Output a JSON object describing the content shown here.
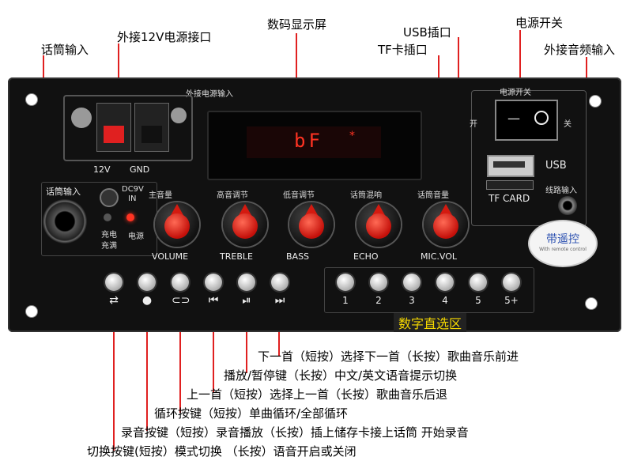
{
  "callouts": {
    "mic_input": "话筒输入",
    "ext_12v": "外接12V电源接口",
    "digital_display": "数码显示屏",
    "usb_port": "USB插口",
    "tf_port": "TF卡插口",
    "power_switch": "电源开关",
    "ext_audio_input": "外接音频输入",
    "number_zone": "数字直选区",
    "next_desc": "下一首（短按）选择下一首（长按）歌曲音乐前进",
    "play_desc": "播放/暂停键（长按）中文/英文语音提示切换",
    "prev_desc": "上一首（短按）选择上一首（长按）歌曲音乐后退",
    "loop_desc": "循环按键（短按）单曲循环/全部循环",
    "record_desc": "录音按键（短按）录音播放（长按）插上储存卡接上话筒 开始录音",
    "switch_desc": "切换按键(短按）模式切换 （长按）语音开启或关闭"
  },
  "panel": {
    "ext_power_label": "外接电源输入",
    "v12_label": "12V",
    "gnd_label": "GND",
    "mic_label": "话筒输入",
    "dc_label_1": "DC9V",
    "dc_label_2": "IN",
    "charge_label_1": "充电",
    "charge_label_2": "充满",
    "power_led_label": "电源",
    "power_switch_label": "电源开关",
    "on_label": "开",
    "off_label": "关",
    "usb_label": "USB",
    "tf_label": "TF CARD",
    "line_in_label": "线路输入",
    "display_text": "bF",
    "display_mark": "*",
    "logo_text": "带遥控",
    "logo_sub": "With remote control"
  },
  "knobs": [
    {
      "cn": "主音量",
      "en": "VOLUME"
    },
    {
      "cn": "高音调节",
      "en": "TREBLE"
    },
    {
      "cn": "低音调节",
      "en": "BASS"
    },
    {
      "cn": "话筒混响",
      "en": "ECHO"
    },
    {
      "cn": "话筒音量",
      "en": "MIC.VOL"
    }
  ],
  "control_buttons": [
    {
      "icon": "⇄",
      "icon_name": "switch-icon"
    },
    {
      "icon": "●",
      "icon_name": "record-icon"
    },
    {
      "icon": "⊂⊃",
      "icon_name": "loop-icon"
    },
    {
      "icon": "⏮",
      "icon_name": "previous-icon"
    },
    {
      "icon": "⏯",
      "icon_name": "play-pause-icon"
    },
    {
      "icon": "⏭",
      "icon_name": "next-icon"
    }
  ],
  "number_buttons": [
    "1",
    "2",
    "3",
    "4",
    "5",
    "5+"
  ],
  "colors": {
    "knob_red": "#d41a10",
    "callout_yellow": "#f5d800",
    "led_red": "#ff3322"
  }
}
